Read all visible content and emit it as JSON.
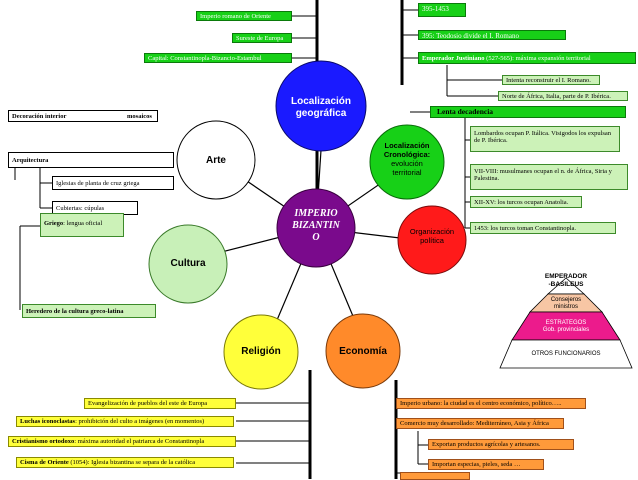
{
  "center": {
    "lines": [
      "IMPERIO",
      "BIZANTIN",
      "O"
    ]
  },
  "nodes": {
    "localizacion_geo": "Localización geográfica",
    "localizacion_cron": [
      "Localización",
      "Cronológica:",
      "evolución",
      "territorial"
    ],
    "arte": "Arte",
    "cultura": "Cultura",
    "organizacion": [
      "Organización",
      "política"
    ],
    "religion": "Religión",
    "economia": "Economía"
  },
  "geo_boxes": [
    "Imperio romano de Oriente",
    "Sureste de Europa",
    "Capital: Constantinopla-Bizancio-Estambul"
  ],
  "chrono": {
    "dates": "395-1453",
    "teodosio": "395: Teodosio divide el I. Romano",
    "justiniano_bold": "Emperador Justiniano",
    "justiniano_rest": " (527-565): máxima expansión territorial",
    "intenta": "Intenta reconstruir el I. Romano.",
    "norte": "Norte de África, Italia, parte de P. Ibérica.",
    "lenta": "Lenta decadencia",
    "decadencia_items": [
      "Lombardos ocupan P. Itálica. Visigodos los expulsan de P. Ibérica.",
      "VII-VIII: musulmanes ocupan el n. de África, Siria y Palestina.",
      "XII-XV: los turcos ocupan Anatolia.",
      "1453: los turcos toman Constantinopla."
    ]
  },
  "arte": {
    "decoracion": "Decoración interior",
    "mosaicos": "mosaicos",
    "arquitectura": "Arquitectura",
    "iglesias": "Iglesias de planta de cruz griega",
    "cubiertas": "Cubiertas: cúpulas"
  },
  "cultura": {
    "griego_bold": "Griego",
    "griego_rest": ": lengua oficial",
    "heredero": "Heredero de la cultura greco-latina"
  },
  "pyramid": {
    "top": [
      "EMPERADOR",
      "-BASILEUS"
    ],
    "levels": [
      {
        "lines": [
          "Consejeros",
          "ministros"
        ],
        "color": "#f7c6a4"
      },
      {
        "lines": [
          "ESTRATEGOS",
          "Gob. provinciales"
        ],
        "color": "#ec1b8c"
      },
      {
        "lines": [
          "OTROS FUNCIONARIOS"
        ],
        "color": "#ffffff"
      }
    ]
  },
  "religion": {
    "evangelizacion": "Evangelización de pueblos del este de Europa",
    "luchas_bold": "Luchas iconoclastas",
    "luchas_rest": ": prohibición del culto a imágenes (en momentos)",
    "cristianismo_bold": "Cristianismo ortodoxo",
    "cristianismo_rest": ": máxima autoridad el patriarca de Constantinopla",
    "cisma_bold": "Cisma de Oriente",
    "cisma_rest": " (1054): Iglesia bizantina se separa de la católica"
  },
  "economia": {
    "imperio_urbano": "Imperio urbano: la ciudad es el centro económico, político…..",
    "comercio": "Comercio muy desarrollado: Mediterráneo, Asia y África",
    "exportan": "Exportan productos agrícolas y artesanos.",
    "importan": "Importan especias, pieles, seda …"
  },
  "colors": {
    "green": "#17d017",
    "red": "#ff1a1a",
    "purple": "#7a0a8c",
    "blue": "#1a1aff",
    "yellow": "#ffff3a",
    "orange": "#ff8a2a",
    "cultura": "#c8f0b8",
    "arte": "#ffffff"
  }
}
